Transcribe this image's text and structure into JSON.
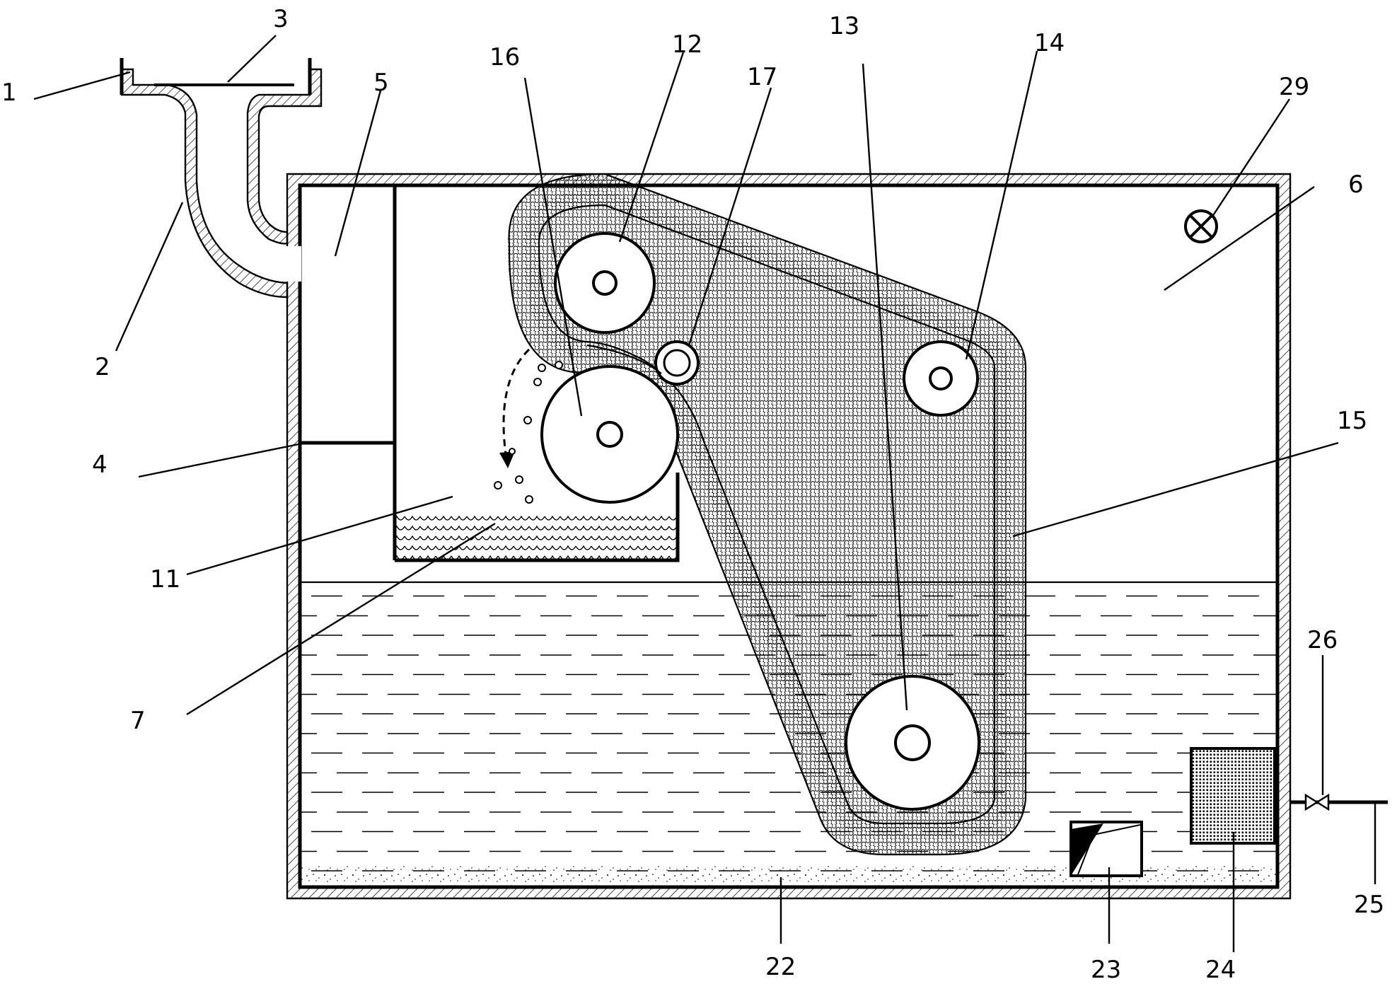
{
  "labels": [
    {
      "id": "1",
      "text": "1"
    },
    {
      "id": "2",
      "text": "2"
    },
    {
      "id": "3",
      "text": "3"
    },
    {
      "id": "4",
      "text": "4"
    },
    {
      "id": "5",
      "text": "5"
    },
    {
      "id": "6",
      "text": "6"
    },
    {
      "id": "7",
      "text": "7"
    },
    {
      "id": "11",
      "text": "11"
    },
    {
      "id": "12",
      "text": "12"
    },
    {
      "id": "13",
      "text": "13"
    },
    {
      "id": "14",
      "text": "14"
    },
    {
      "id": "15",
      "text": "15"
    },
    {
      "id": "16",
      "text": "16"
    },
    {
      "id": "17",
      "text": "17"
    },
    {
      "id": "22",
      "text": "22"
    },
    {
      "id": "23",
      "text": "23"
    },
    {
      "id": "24",
      "text": "24"
    },
    {
      "id": "25",
      "text": "25"
    },
    {
      "id": "26",
      "text": "26"
    },
    {
      "id": "29",
      "text": "29"
    }
  ]
}
